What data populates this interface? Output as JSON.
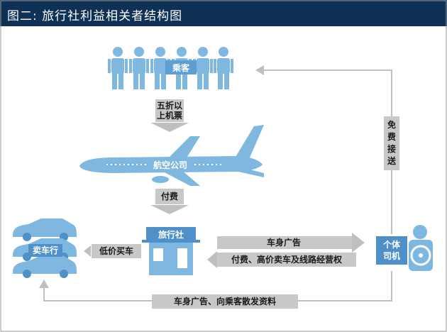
{
  "title": "图二: 旅行社利益相关者结构图",
  "colors": {
    "header": "#0f3156",
    "accent": "#7eb8e0",
    "dark_accent": "#4f90c8",
    "arrow": "#bfbfbf",
    "label_bg": "#c8c8c8",
    "frame": "#9a9a9a"
  },
  "nodes": {
    "passengers": "乘客",
    "airline": "航空公司",
    "agency": "旅行社",
    "car_dealer": "卖车行",
    "driver_line1": "个体",
    "driver_line2": "司机"
  },
  "edges": {
    "discount_ticket": [
      "五折以",
      "上机票"
    ],
    "pay_fee": "付费",
    "low_price_buy": "低价买车",
    "free_pickup": [
      "免",
      "费",
      "接",
      "送"
    ],
    "body_ad": "车身广告",
    "fee_sell_route": "付费、高价卖车及线路经营权",
    "bottom": "车身广告、向乘客散发资料"
  }
}
